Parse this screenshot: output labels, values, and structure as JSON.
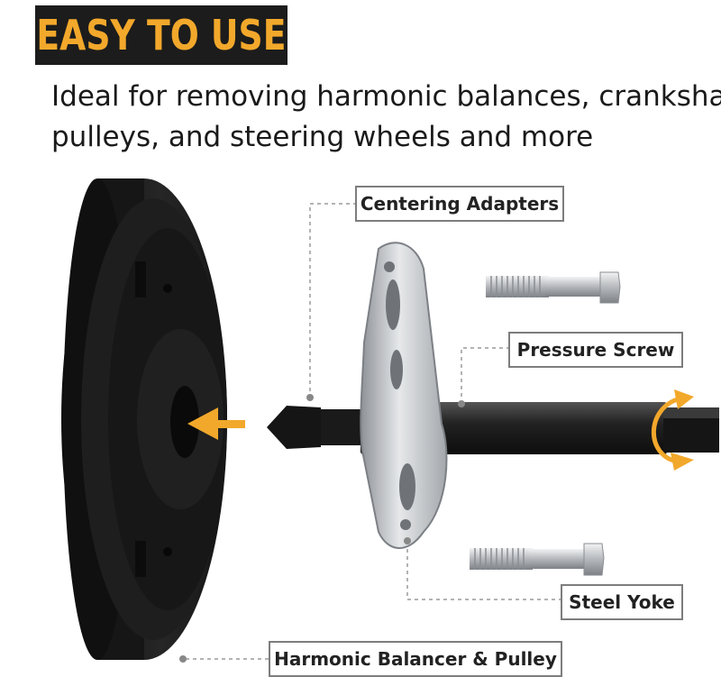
{
  "header": {
    "title": "EASY TO USE",
    "subtitle_line1": "Ideal for removing harmonic balances, crankshaft",
    "subtitle_line2": "pulleys, and steering wheels and more"
  },
  "callouts": {
    "centering_adapters": "Centering Adapters",
    "pressure_screw": "Pressure Screw",
    "steel_yoke": "Steel Yoke",
    "harmonic_balancer": "Harmonic Balancer & Pulley"
  },
  "colors": {
    "accent": "#f2a82b",
    "badge_bg": "#1c1c1c",
    "pulley": "#1b1b1b",
    "steel": "#c9ccd0"
  }
}
